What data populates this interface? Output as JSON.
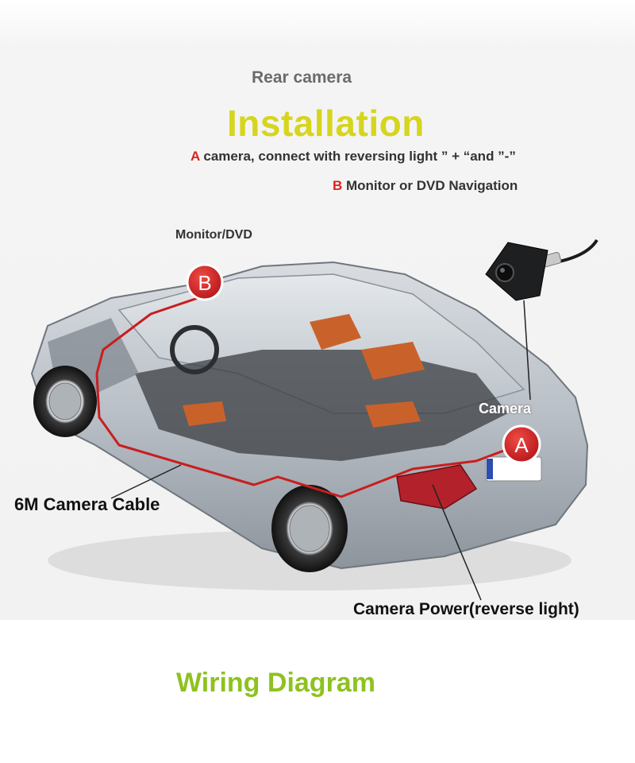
{
  "header": {
    "subtitle": "Rear camera",
    "title": "Installation",
    "note_a_marker": "A",
    "note_a_text": " camera, connect with reversing light ” + “and ”-”",
    "note_b_marker": "B",
    "note_b_text": " Monitor or DVD Navigation"
  },
  "callouts": {
    "monitor_label": "Monitor/DVD",
    "badge_b": "B",
    "camera_label": "Camera",
    "badge_a": "A",
    "cable_label": "6M Camera Cable",
    "power_label": "Camera Power(reverse light)"
  },
  "footer": {
    "caption": "Wiring Diagram"
  },
  "colors": {
    "title": "#d6d51e",
    "caption": "#8ec21f",
    "marker_red": "#e0211b",
    "badge_red": "#d8262a",
    "cable_red": "#c81e1e"
  },
  "icons": {
    "badge_shape": "red-circle-badge",
    "camera": "rear-camera-icon",
    "car": "car-cutaway-illustration"
  }
}
